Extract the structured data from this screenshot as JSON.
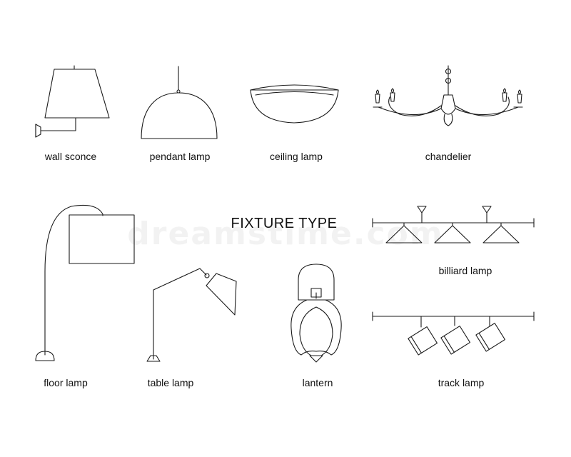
{
  "title": "FIXTURE TYPE",
  "watermark": "dreamstime.com",
  "fixtures": [
    {
      "id": "wall-sconce",
      "label": "wall sconce"
    },
    {
      "id": "pendant-lamp",
      "label": "pendant lamp"
    },
    {
      "id": "ceiling-lamp",
      "label": "ceiling lamp"
    },
    {
      "id": "chandelier",
      "label": "chandelier"
    },
    {
      "id": "billiard-lamp",
      "label": "billiard lamp"
    },
    {
      "id": "floor-lamp",
      "label": "floor lamp"
    },
    {
      "id": "table-lamp",
      "label": "table lamp"
    },
    {
      "id": "lantern",
      "label": "lantern"
    },
    {
      "id": "track-lamp",
      "label": "track lamp"
    }
  ]
}
